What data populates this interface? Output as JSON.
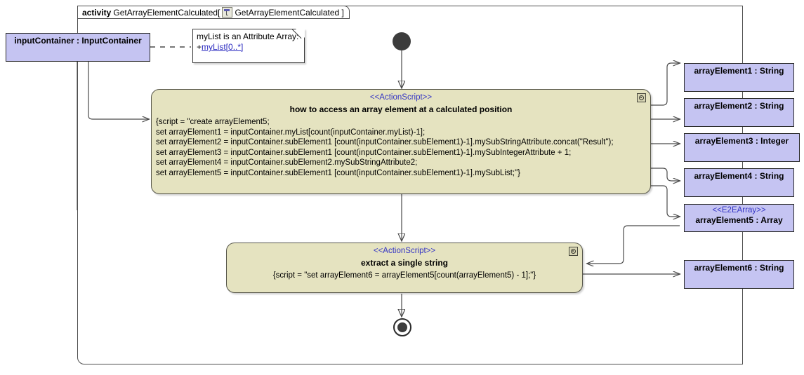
{
  "diagram": {
    "type": "uml-activity-diagram",
    "colors": {
      "action_fill": "#e5e3c0",
      "object_fill": "#c5c4f2",
      "stereotype_text": "#3434c4",
      "border": "#2b2b2b",
      "edge": "#4a4a4a",
      "note_fill": "#ffffff",
      "link_text": "#2b2bc0"
    }
  },
  "frame": {
    "keyword": "activity",
    "name": "GetArrayElementCalculated[",
    "icon": "activity-diagram-icon",
    "qualifier": "GetArrayElementCalculated ]"
  },
  "input_container": {
    "label": "inputContainer : InputContainer"
  },
  "note": {
    "line1": "myList is an Attribute Array:",
    "prefix": "+",
    "link": "myList[0..*]"
  },
  "nodes": {
    "initial": "initial-node",
    "final": "final-node"
  },
  "actions": [
    {
      "stereotype": "<<ActionScript>>",
      "name": "how to access an array element at a calculated position",
      "icon": "action-script-icon",
      "script": "{script = \"create arrayElement5;\nset arrayElement1 = inputContainer.myList[count(inputContainer.myList)-1];\nset arrayElement2 = inputContainer.subElement1 [count(inputContainer.subElement1)-1].mySubStringAttribute.concat(\"Result\");\nset arrayElement3 = inputContainer.subElement1 [count(inputContainer.subElement1)-1].mySubIntegerAttribute + 1;\nset arrayElement4 = inputContainer.subElement2.mySubStringAttribute2;\nset arrayElement5 = inputContainer.subElement1 [count(inputContainer.subElement1)-1].mySubList;\"}"
    },
    {
      "stereotype": "<<ActionScript>>",
      "name": "extract a single string",
      "icon": "action-script-icon",
      "script": "{script = \"set arrayElement6 = arrayElement5[count(arrayElement5) - 1];\"}"
    }
  ],
  "object_nodes": [
    {
      "name": "arrayElement1 : String",
      "stereotype": ""
    },
    {
      "name": "arrayElement2 : String",
      "stereotype": ""
    },
    {
      "name": "arrayElement3 : Integer",
      "stereotype": ""
    },
    {
      "name": "arrayElement4 : String",
      "stereotype": ""
    },
    {
      "name": "arrayElement5 : Array",
      "stereotype": "<<E2EArray>>"
    },
    {
      "name": "arrayElement6 : String",
      "stereotype": ""
    }
  ]
}
